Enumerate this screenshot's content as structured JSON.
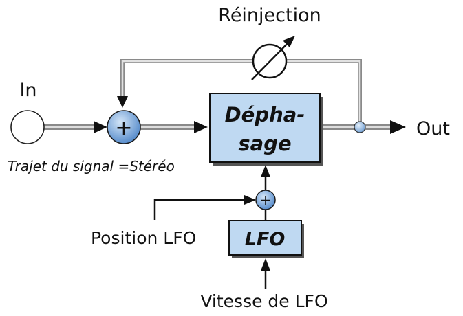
{
  "labels": {
    "feedback": "Réinjection",
    "input": "In",
    "output": "Out",
    "signal_path": "Trajet du signal =Stéréo",
    "lfo_position": "Position LFO",
    "lfo_speed": "Vitesse de LFO"
  },
  "blocks": {
    "phaser_line1": "Dépha-",
    "phaser_line2": "sage",
    "lfo": "LFO"
  },
  "symbols": {
    "sum_main": "+",
    "sum_lfo": "+"
  },
  "colors": {
    "block_fill": "#bfd9f2",
    "sum_fill": "#6e9fd6",
    "pipe_gray": "#9a9a9a",
    "line": "#111111"
  }
}
